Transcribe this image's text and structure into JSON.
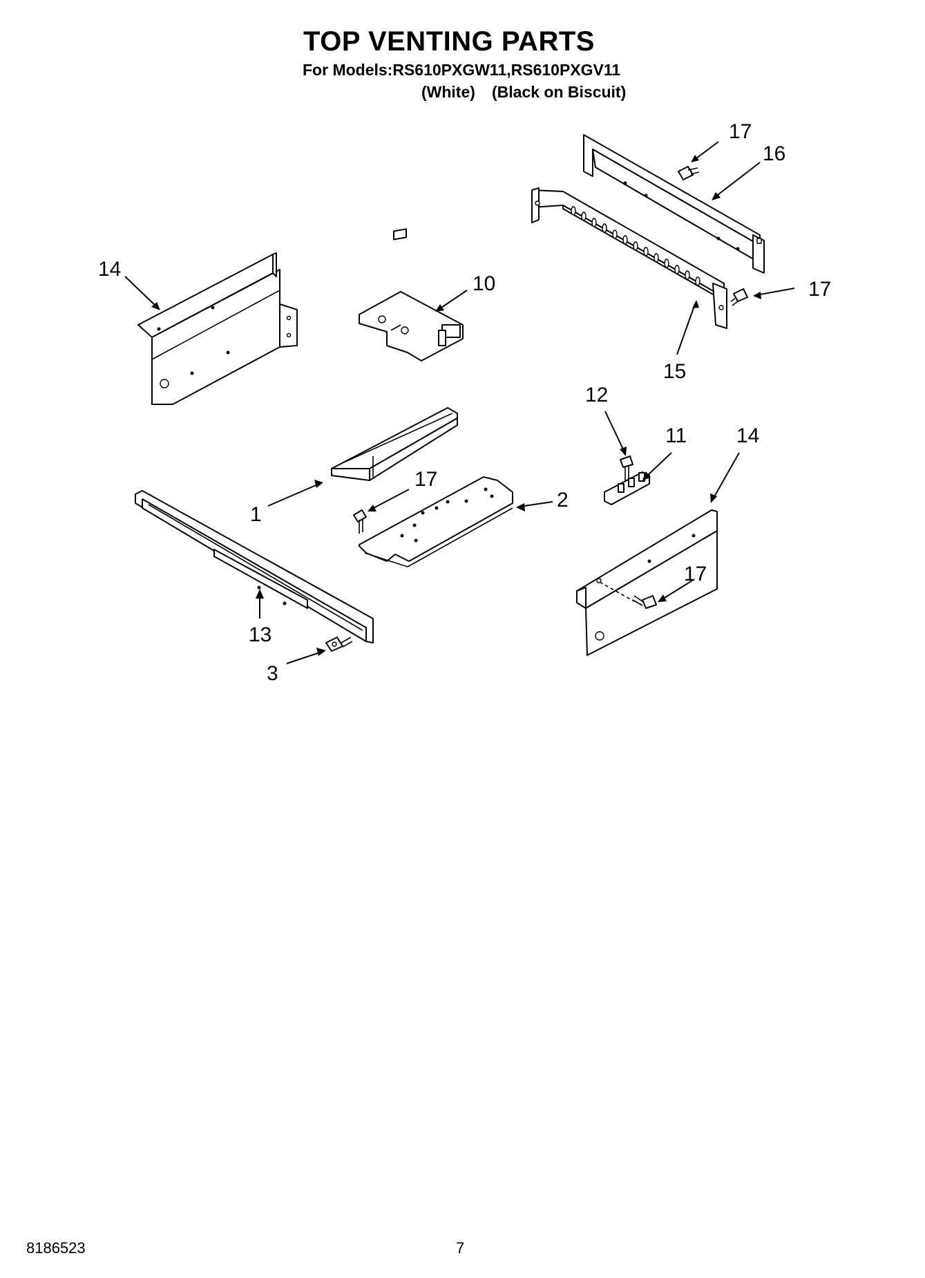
{
  "header": {
    "title": "TOP VENTING PARTS",
    "models_line": "For Models:RS610PXGW11,RS610PXGV11",
    "variant_white": "(White)",
    "variant_black": "(Black on Biscuit)"
  },
  "callouts": {
    "c17_top": "17",
    "c16": "16",
    "c17_right": "17",
    "c15": "15",
    "c14_left": "14",
    "c10": "10",
    "c12": "12",
    "c11": "11",
    "c14_right": "14",
    "c17_mid": "17",
    "c1": "1",
    "c2": "2",
    "c17_lower": "17",
    "c13": "13",
    "c3": "3"
  },
  "footer": {
    "doc_number": "8186523",
    "page_number": "7"
  }
}
